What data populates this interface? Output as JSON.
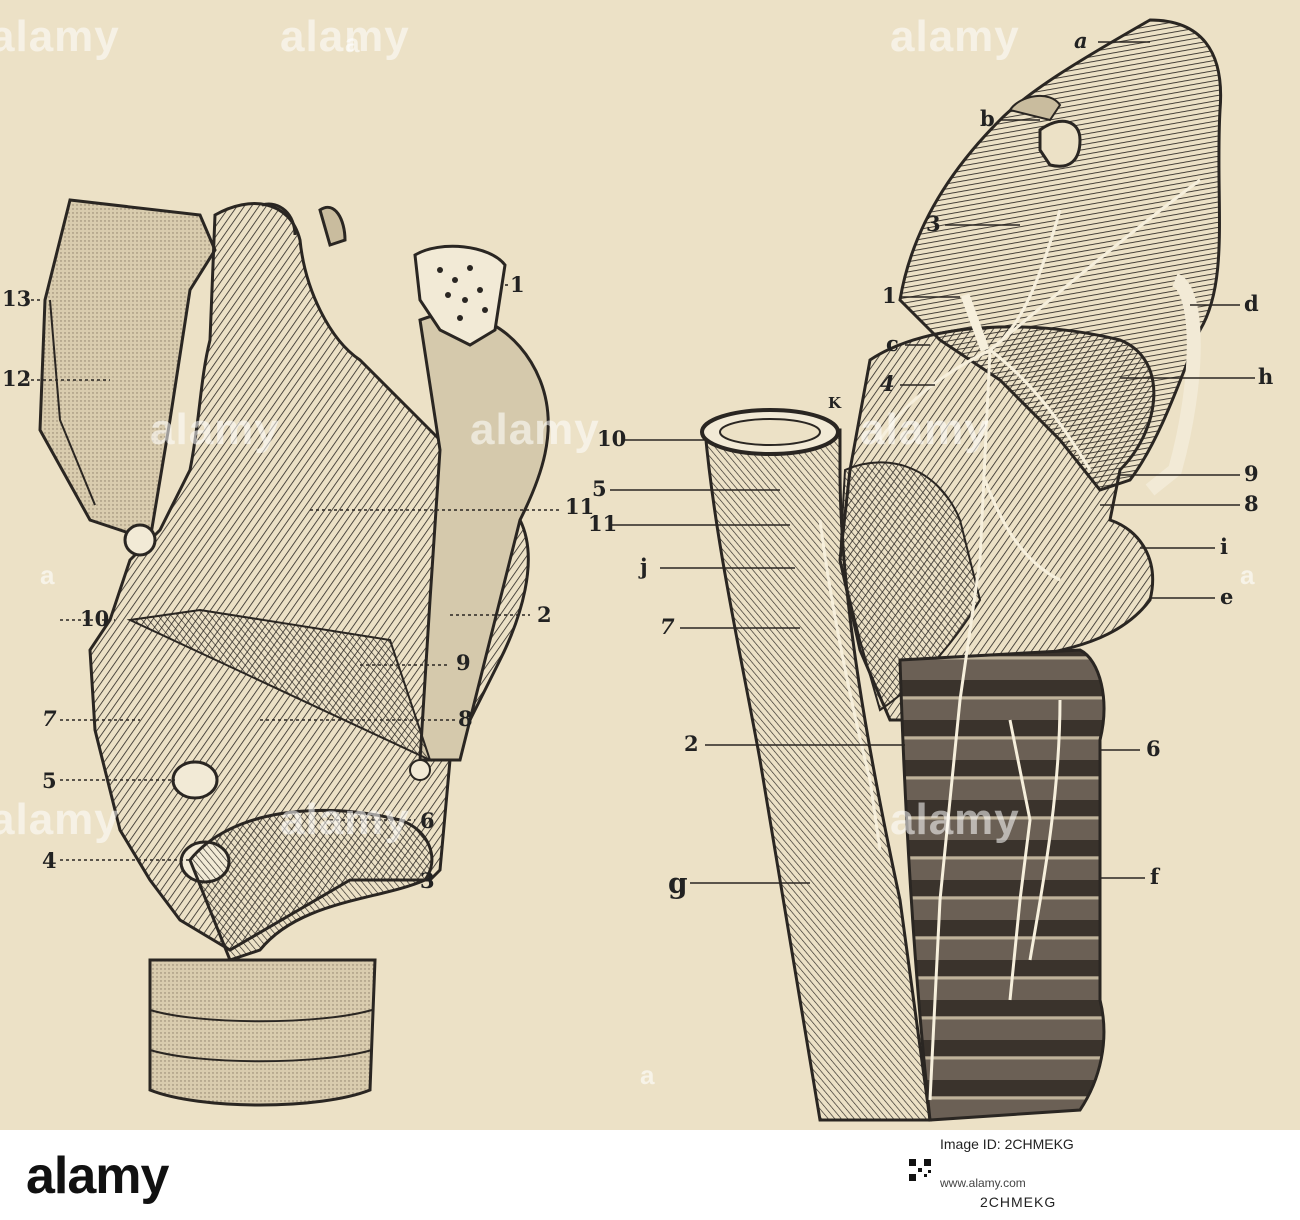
{
  "figure_labels_left": [
    "1",
    "2",
    "3",
    "4",
    "5",
    "6",
    "7",
    "8",
    "9",
    "10",
    "11",
    "12",
    "13"
  ],
  "figure_labels_right": [
    "a",
    "b",
    "3",
    "1",
    "d",
    "c",
    "4",
    "h",
    "K",
    "10",
    "5",
    "9",
    "8",
    "11",
    "i",
    "j",
    "e",
    "7",
    "2",
    "6",
    "g",
    "f"
  ],
  "watermark": "alamy",
  "watermark_letter": "a",
  "footer": {
    "logo": "alamy",
    "image_id": "Image ID: 2CHMEKG",
    "url": "www.alamy.com",
    "code": "2CHMEKG"
  },
  "colors": {
    "paper": "#ece1c6",
    "ink": "#2a2622",
    "footer_bg": "#ffffff"
  }
}
